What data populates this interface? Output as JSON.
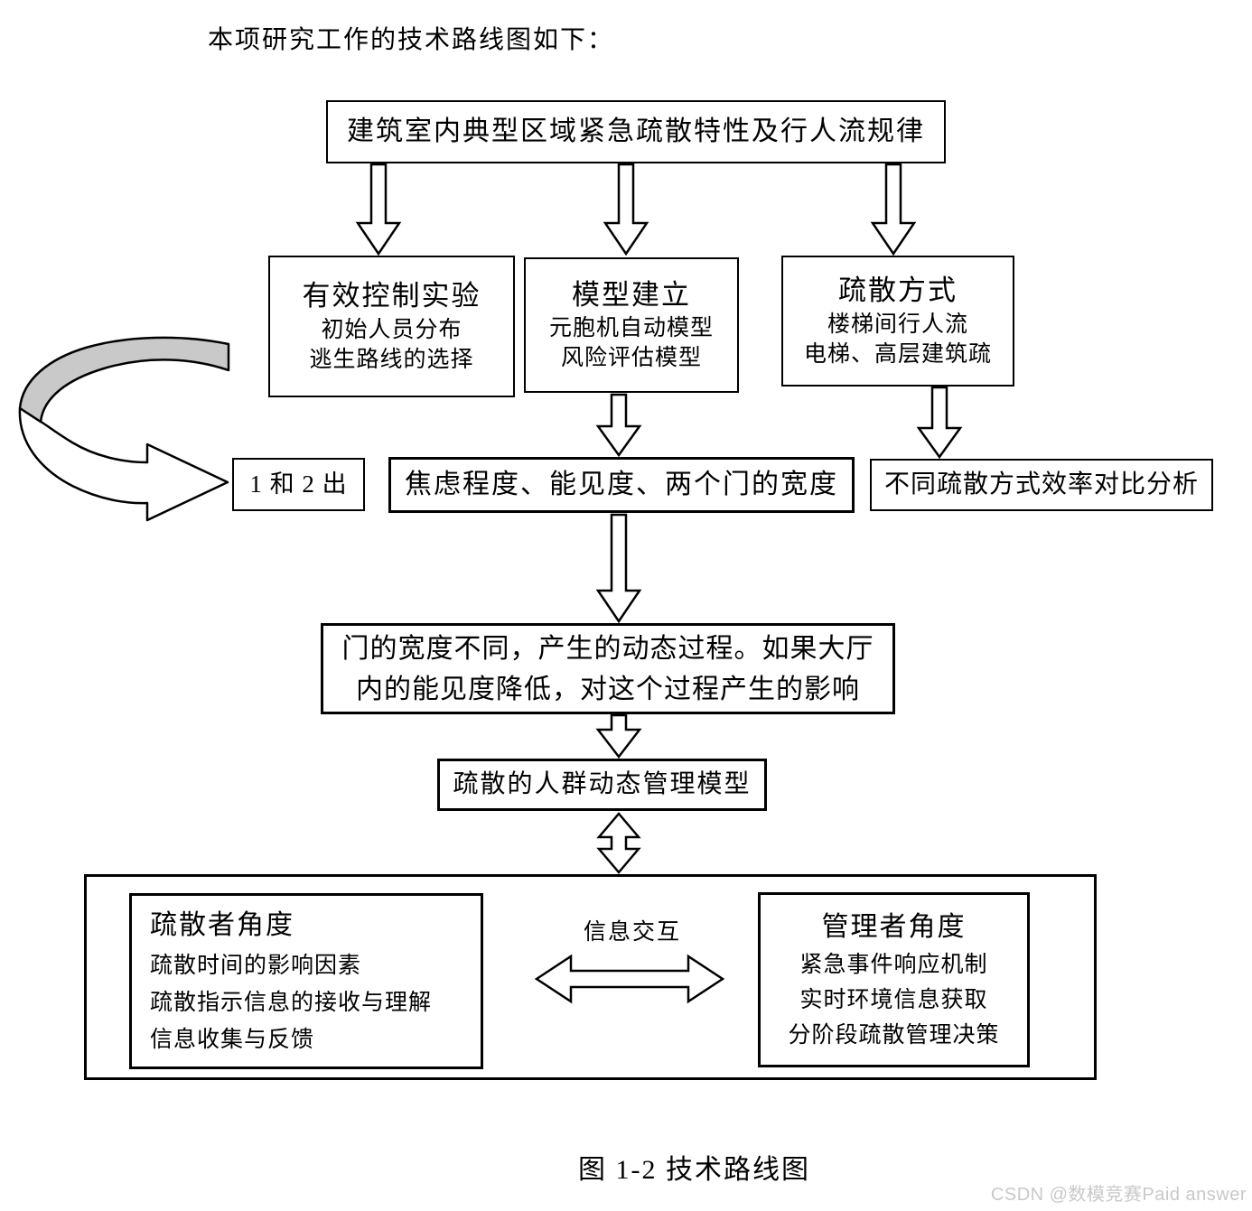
{
  "page": {
    "intro": "本项研究工作的技术路线图如下：",
    "caption": "图 1-2 技术路线图",
    "watermark": "CSDN @数模竞赛Paid answer"
  },
  "flowchart": {
    "root": {
      "text": "建筑室内典型区域紧急疏散特性及行人流规律"
    },
    "experiment": {
      "title": "有效控制实验",
      "lines": [
        "初始人员分布",
        "逃生路线的选择"
      ]
    },
    "model": {
      "title": "模型建立",
      "lines": [
        "元胞机自动模型",
        "风险评估模型"
      ]
    },
    "evacuation_mode": {
      "title": "疏散方式",
      "lines": [
        "楼梯间行人流",
        "电梯、高层建筑疏"
      ]
    },
    "exits": {
      "text": "1 和 2 出"
    },
    "factors": {
      "text": "焦虑程度、能见度、两个门的宽度"
    },
    "efficiency": {
      "text": "不同疏散方式效率对比分析"
    },
    "process": {
      "lines": [
        "门的宽度不同，产生的动态过程。如果大厅",
        "内的能见度降低，对这个过程产生的影响"
      ]
    },
    "management_model": {
      "text": "疏散的人群动态管理模型"
    },
    "interaction_label": "信息交互",
    "evacuee": {
      "title": "疏散者角度",
      "lines": [
        "疏散时间的影响因素",
        "疏散指示信息的接收与理解",
        "信息收集与反馈"
      ]
    },
    "manager": {
      "title": "管理者角度",
      "lines": [
        "紧急事件响应机制",
        "实时环境信息获取",
        "分阶段疏散管理决策"
      ]
    }
  },
  "colors": {
    "ribbon_gray": "#c9c9c9",
    "line_black": "#000000"
  }
}
